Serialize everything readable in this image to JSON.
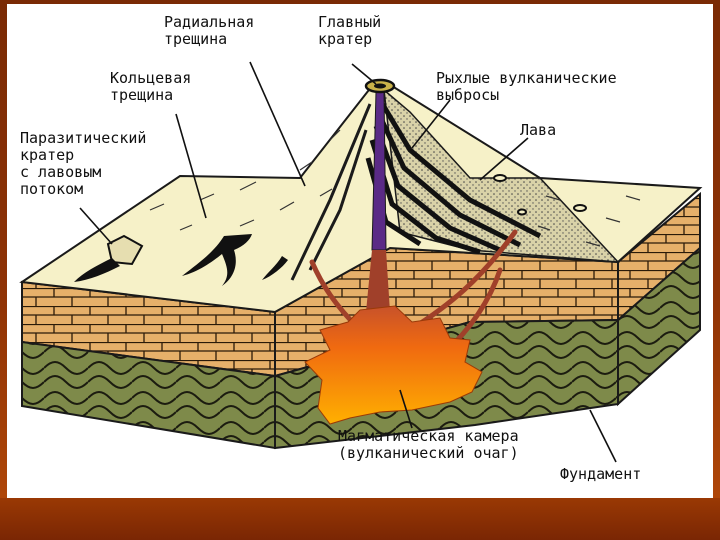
{
  "colors": {
    "frame": "#8f3306",
    "bottom_bar": "#9a3904",
    "panel": "#ffffff",
    "ground_top": "#f6f1c8",
    "brick": "#e6b06a",
    "basement": "#7e8a4a",
    "magma": "#f47a0c",
    "conduit": "#5a2a86"
  },
  "labels": {
    "radial_crack": "Радиальная\nтрещина",
    "main_crater": "Главный\nкратер",
    "ring_crack": "Кольцевая\nтрещина",
    "loose_ejecta": "Рыхлые вулканические\nвыбросы",
    "lava": "Лава",
    "parasitic_crater": "Паразитический\nкратер\nс лавовым\nпотоком",
    "magma_chamber": "Магматическая камера\n(вулканический очаг)",
    "basement": "Фундамент"
  }
}
